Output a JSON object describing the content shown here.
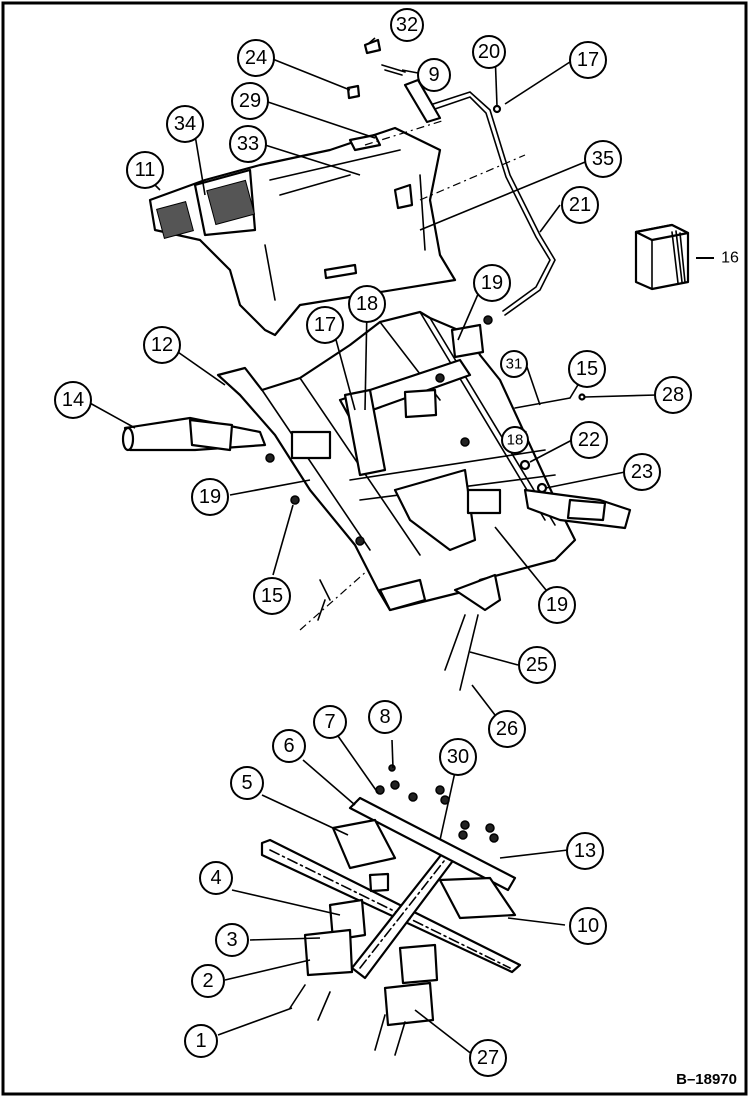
{
  "figure_id": "B–18970",
  "callouts": [
    {
      "id": "c1",
      "label": "1"
    },
    {
      "id": "c2",
      "label": "2"
    },
    {
      "id": "c3",
      "label": "3"
    },
    {
      "id": "c4",
      "label": "4"
    },
    {
      "id": "c5",
      "label": "5"
    },
    {
      "id": "c6",
      "label": "6"
    },
    {
      "id": "c7",
      "label": "7"
    },
    {
      "id": "c8",
      "label": "8"
    },
    {
      "id": "c9",
      "label": "9"
    },
    {
      "id": "c10",
      "label": "10"
    },
    {
      "id": "c11",
      "label": "11"
    },
    {
      "id": "c12",
      "label": "12"
    },
    {
      "id": "c13",
      "label": "13"
    },
    {
      "id": "c14",
      "label": "14"
    },
    {
      "id": "c15a",
      "label": "15"
    },
    {
      "id": "c15b",
      "label": "15"
    },
    {
      "id": "c16",
      "label": "16"
    },
    {
      "id": "c17a",
      "label": "17"
    },
    {
      "id": "c17b",
      "label": "17"
    },
    {
      "id": "c18a",
      "label": "18"
    },
    {
      "id": "c18b",
      "label": "18"
    },
    {
      "id": "c19a",
      "label": "19"
    },
    {
      "id": "c19b",
      "label": "19"
    },
    {
      "id": "c19c",
      "label": "19"
    },
    {
      "id": "c20",
      "label": "20"
    },
    {
      "id": "c21",
      "label": "21"
    },
    {
      "id": "c22",
      "label": "22"
    },
    {
      "id": "c23",
      "label": "23"
    },
    {
      "id": "c24",
      "label": "24"
    },
    {
      "id": "c25",
      "label": "25"
    },
    {
      "id": "c26",
      "label": "26"
    },
    {
      "id": "c27",
      "label": "27"
    },
    {
      "id": "c28",
      "label": "28"
    },
    {
      "id": "c29",
      "label": "29"
    },
    {
      "id": "c30",
      "label": "30"
    },
    {
      "id": "c31",
      "label": "31"
    },
    {
      "id": "c32",
      "label": "32"
    },
    {
      "id": "c33",
      "label": "33"
    },
    {
      "id": "c34",
      "label": "34"
    },
    {
      "id": "c35",
      "label": "35"
    }
  ]
}
